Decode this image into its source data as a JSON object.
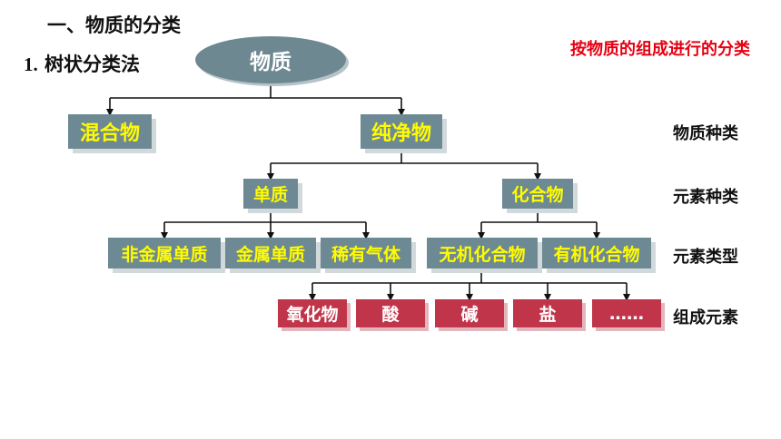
{
  "heading": "一、物质的分类",
  "subheading": {
    "num": "1.",
    "text": " 树状分类法"
  },
  "note": "按物质的组成进行的分类",
  "tree": {
    "root": "物质",
    "level1": [
      "混合物",
      "纯净物"
    ],
    "level2": [
      "单质",
      "化合物"
    ],
    "level3": [
      "非金属单质",
      "金属单质",
      "稀有气体",
      "无机化合物",
      "有机化合物"
    ],
    "level4": [
      "氧化物",
      "酸",
      "碱",
      "盐",
      "……"
    ]
  },
  "row_labels": [
    "物质种类",
    "元素种类",
    "元素类型",
    "组成元素"
  ],
  "colors": {
    "node_fill": "#6d8994",
    "node_text": "#fffb00",
    "leaf_fill": "#c0354a",
    "note_text": "#e60012"
  }
}
